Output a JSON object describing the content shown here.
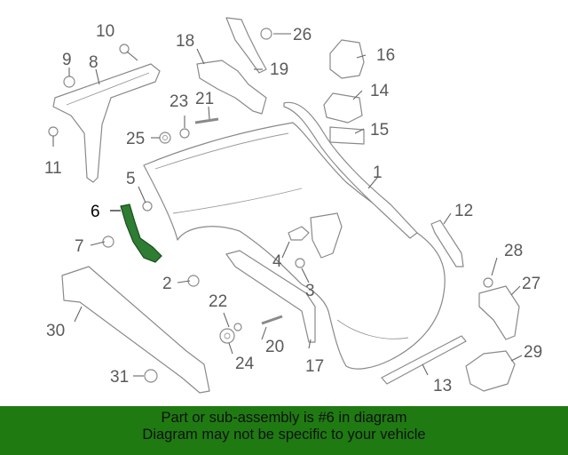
{
  "callouts": [
    {
      "n": "1"
    },
    {
      "n": "2"
    },
    {
      "n": "3"
    },
    {
      "n": "4"
    },
    {
      "n": "5"
    },
    {
      "n": "6"
    },
    {
      "n": "7"
    },
    {
      "n": "8"
    },
    {
      "n": "9"
    },
    {
      "n": "10"
    },
    {
      "n": "11"
    },
    {
      "n": "12"
    },
    {
      "n": "13"
    },
    {
      "n": "14"
    },
    {
      "n": "15"
    },
    {
      "n": "16"
    },
    {
      "n": "17"
    },
    {
      "n": "18"
    },
    {
      "n": "19"
    },
    {
      "n": "20"
    },
    {
      "n": "21"
    },
    {
      "n": "22"
    },
    {
      "n": "23"
    },
    {
      "n": "24"
    },
    {
      "n": "25"
    },
    {
      "n": "26"
    },
    {
      "n": "27"
    },
    {
      "n": "28"
    },
    {
      "n": "29"
    },
    {
      "n": "30"
    },
    {
      "n": "31"
    }
  ],
  "highlighted_part": "6",
  "colors": {
    "banner_bg": "#1f7a12",
    "highlight": "#2e7d32"
  },
  "banner": {
    "line1": "Part or sub-assembly is #6 in diagram",
    "line2": "Diagram may not be specific to your vehicle"
  }
}
